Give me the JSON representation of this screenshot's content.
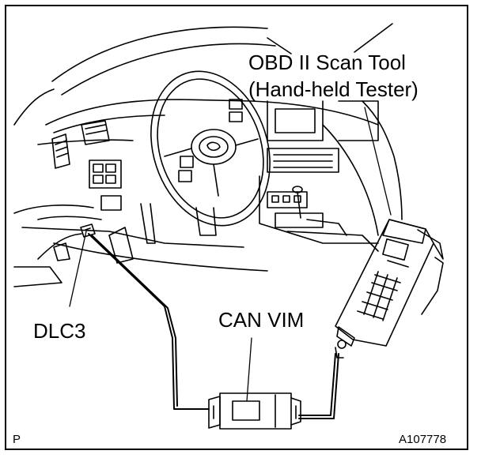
{
  "labels": {
    "scan_tool_line1": "OBD II Scan Tool",
    "scan_tool_line2": "(Hand-held Tester)",
    "can_vim": "CAN VIM",
    "dlc3": "DLC3",
    "corner_mark": "P",
    "figure_id": "A107778"
  },
  "colors": {
    "line": "#000000",
    "background": "#ffffff"
  }
}
